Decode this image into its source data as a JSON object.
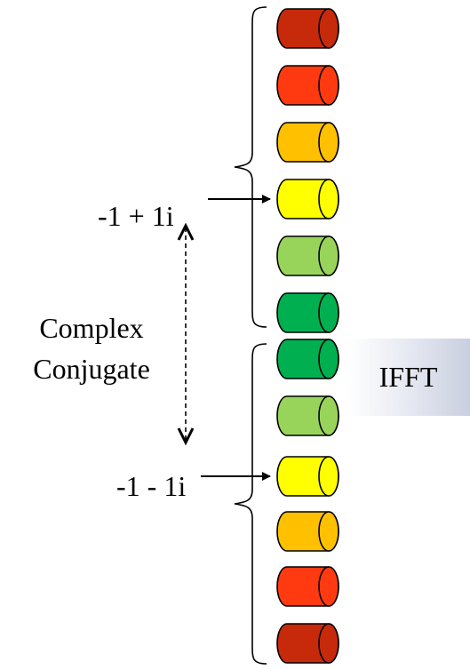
{
  "labels": {
    "upper_value": "-1 + 1i",
    "lower_value": "-1 - 1i",
    "conjugate_line1": "Complex",
    "conjugate_line2": "Conjugate",
    "ifft": "IFFT"
  },
  "cylinders": {
    "outline": "#000000",
    "colors": [
      "#c62a0a",
      "#ff3a10",
      "#ffc000",
      "#ffff00",
      "#99d45a",
      "#00b050",
      "#00b050",
      "#99d45a",
      "#ffff00",
      "#ffc000",
      "#ff3a10",
      "#c62a0a"
    ]
  }
}
